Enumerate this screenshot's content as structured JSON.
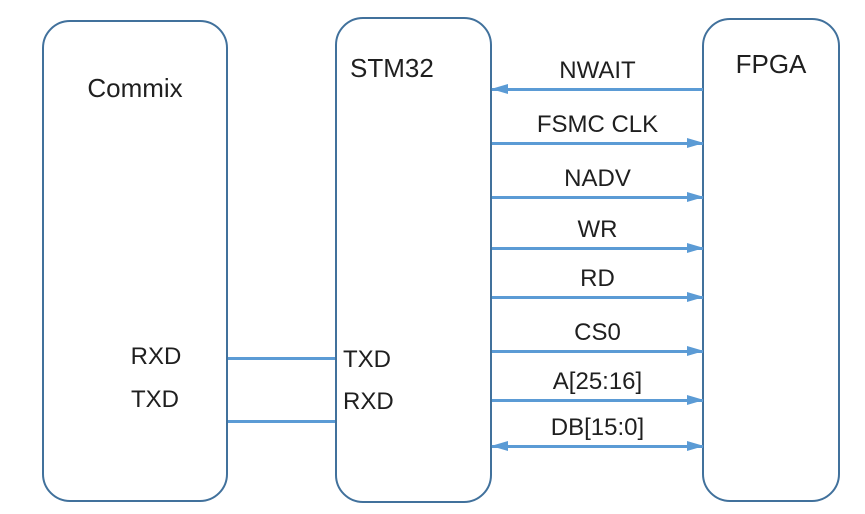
{
  "boxes": {
    "commix": {
      "title": "Commix",
      "ports": [
        "RXD",
        "TXD"
      ]
    },
    "stm32": {
      "title": "STM32",
      "ports": [
        "TXD",
        "RXD"
      ]
    },
    "fpga": {
      "title": "FPGA"
    }
  },
  "signals": [
    {
      "label": "NWAIT",
      "direction": "left"
    },
    {
      "label": "FSMC CLK",
      "direction": "right"
    },
    {
      "label": "NADV",
      "direction": "right"
    },
    {
      "label": "WR",
      "direction": "right"
    },
    {
      "label": "RD",
      "direction": "right"
    },
    {
      "label": "CS0",
      "direction": "right"
    },
    {
      "label": "A[25:16]",
      "direction": "right"
    },
    {
      "label": "DB[15:0]",
      "direction": "both"
    }
  ],
  "uart_links": [
    {
      "from": "Commix RXD",
      "to": "STM32 TXD"
    },
    {
      "from": "Commix TXD",
      "to": "STM32 RXD"
    }
  ],
  "colors": {
    "box_border": "#41719C",
    "arrow": "#5B9BD5",
    "text": "#1f1f1f"
  }
}
